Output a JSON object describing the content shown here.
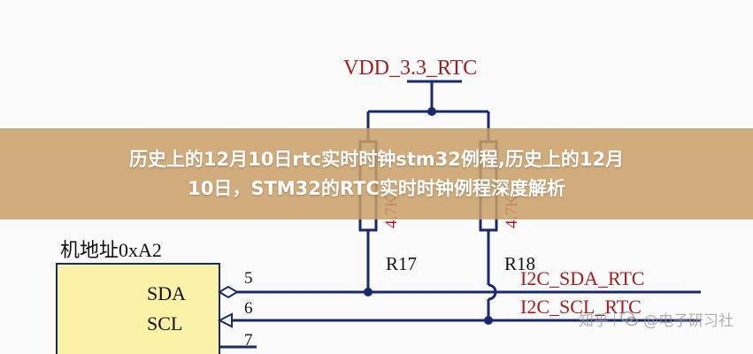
{
  "banner": {
    "title_line1": "历史上的12月10日rtc实时时钟stm32例程,历史上的12月",
    "title_line2": "10日，STM32的RTC实时时钟例程深度解析"
  },
  "schematic": {
    "power_label": "VDD_3.3_RTC",
    "resistor_value_1": "4.7K",
    "resistor_value_2": "4.7K",
    "resistor_1": "R17",
    "resistor_2": "R18",
    "address_label": "机地址0xA2",
    "pin_sda": "SDA",
    "pin_scl": "SCL",
    "pin_5": "5",
    "pin_6": "6",
    "pin_7": "7",
    "net_sda": "I2C_SDA_RTC",
    "net_scl": "I2C_SCL_RTC"
  },
  "watermark": {
    "brand": "知乎",
    "author": "@电子研习社"
  },
  "colors": {
    "banner": "#c99e66",
    "wire": "#1b2a6b",
    "label_red": "#a51d1d",
    "chip_fill": "#fbf2a8"
  }
}
